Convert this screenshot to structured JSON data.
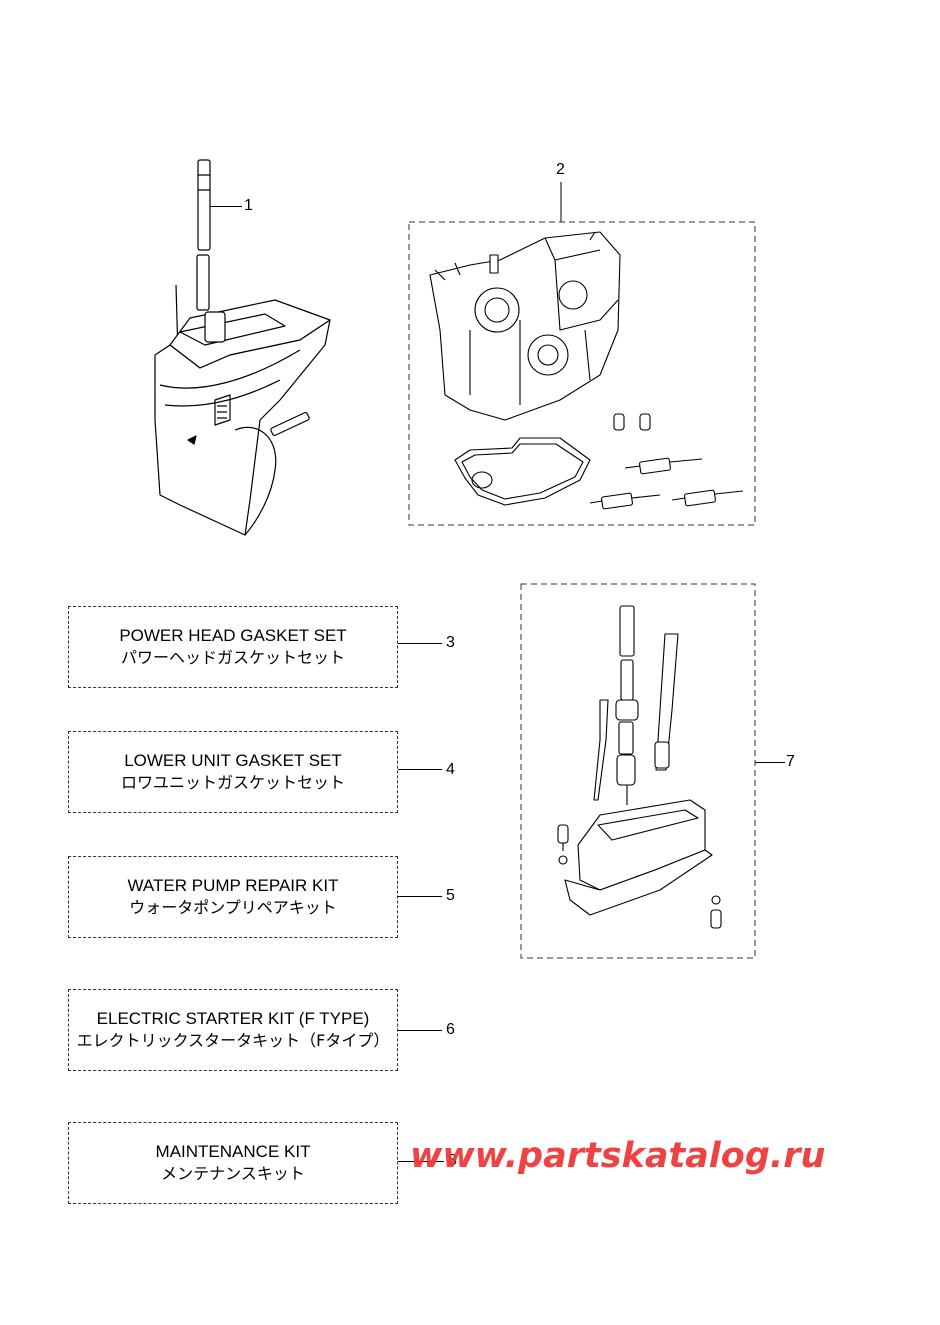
{
  "callouts": {
    "c1": "1",
    "c2": "2",
    "c3": "3",
    "c4": "4",
    "c5": "5",
    "c6": "6",
    "c7": "7",
    "c8": "8"
  },
  "kits": [
    {
      "en": "POWER HEAD GASKET SET",
      "jp": "パワーヘッドガスケットセット"
    },
    {
      "en": "LOWER UNIT GASKET SET",
      "jp": "ロワユニットガスケットセット"
    },
    {
      "en": "WATER PUMP REPAIR KIT",
      "jp": "ウォータポンプリペアキット"
    },
    {
      "en": "ELECTRIC STARTER KIT (F TYPE)",
      "jp": "エレクトリックスタータキット（Fタイプ）"
    },
    {
      "en": "MAINTENANCE KIT",
      "jp": "メンテナンスキット"
    }
  ],
  "watermark": "www.partskatalog.ru",
  "colors": {
    "line": "#000000",
    "watermark": "#ef3838"
  }
}
